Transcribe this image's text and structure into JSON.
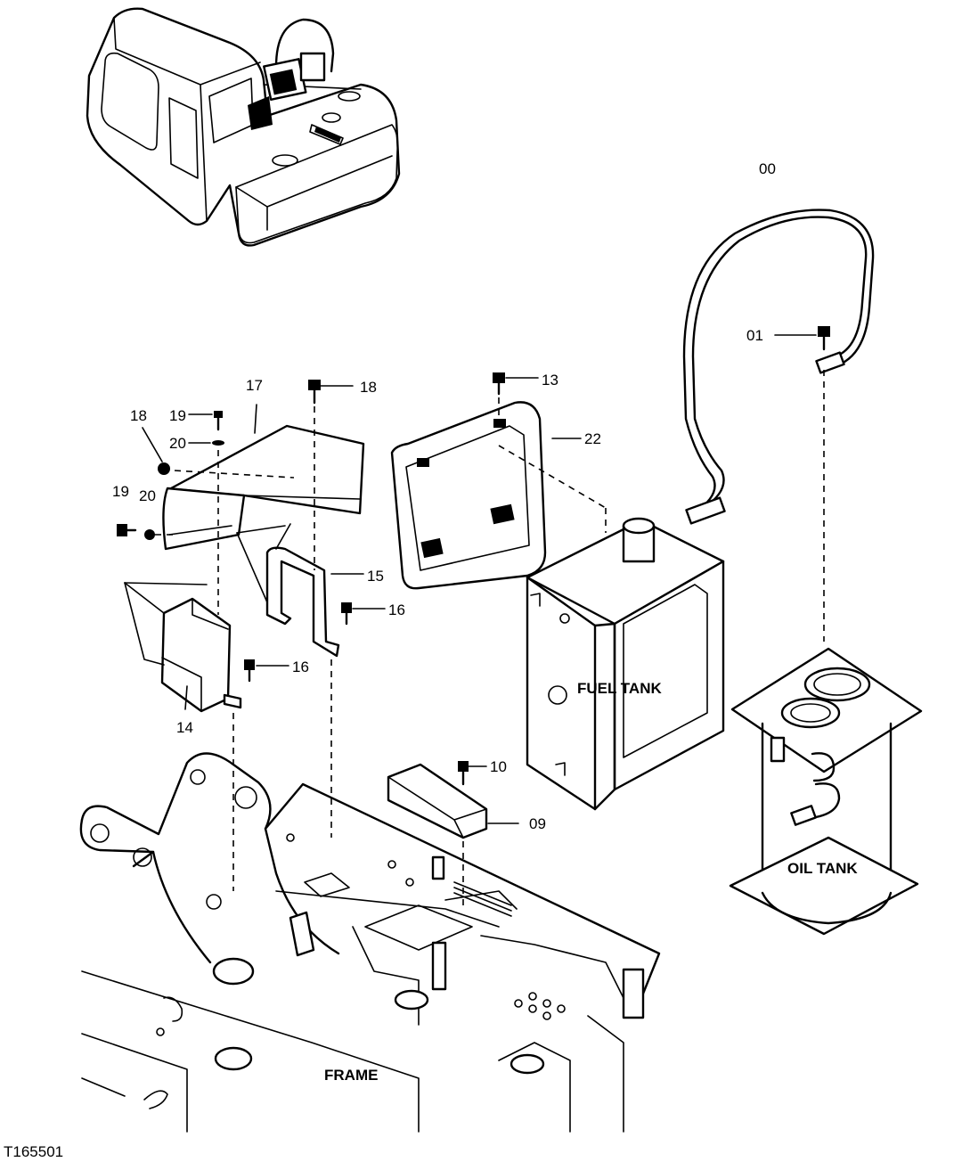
{
  "labels": {
    "fuel_tank": "FUEL TANK",
    "oil_tank": "OIL TANK",
    "frame": "FRAME",
    "figure_id": "T165501"
  },
  "callouts": {
    "c00": "00",
    "c01": "01",
    "c09": "09",
    "c10": "10",
    "c13": "13",
    "c14": "14",
    "c15": "15",
    "c16a": "16",
    "c16b": "16",
    "c17": "17",
    "c18a": "18",
    "c18b": "18",
    "c19a": "19",
    "c19b": "19",
    "c20a": "20",
    "c20b": "20",
    "c22": "22"
  }
}
